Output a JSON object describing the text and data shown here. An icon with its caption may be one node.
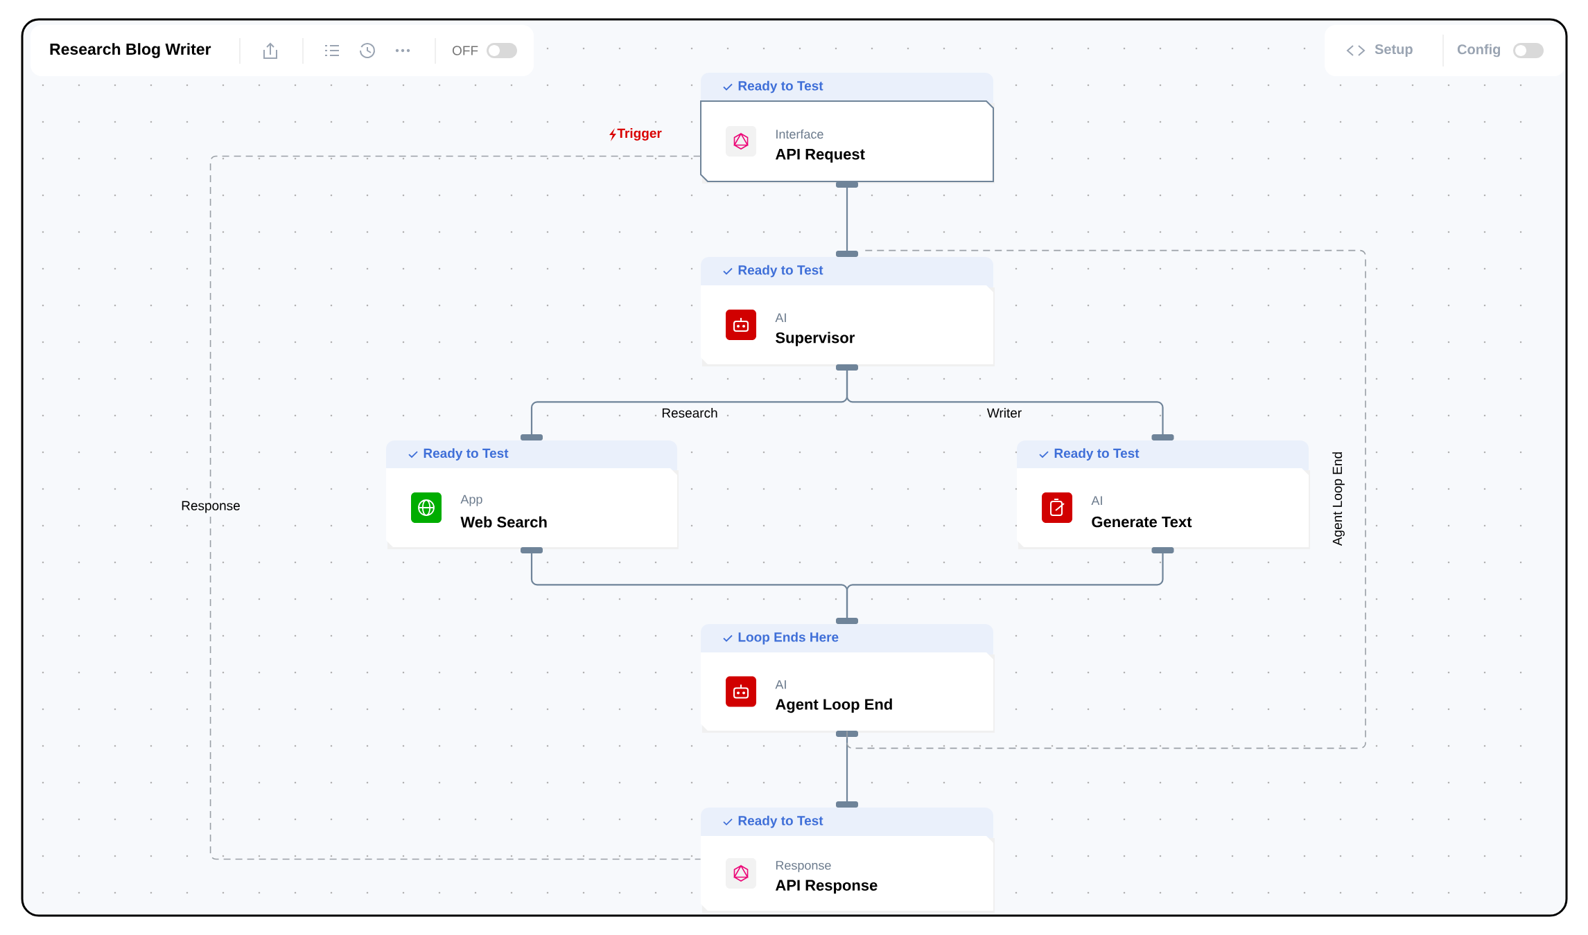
{
  "diagram": {
    "title": "Research Blog Writer",
    "nodes": [
      {
        "text": [
          "Ready to Test",
          "Interface",
          "API Request"
        ],
        "beside": [
          "Trigger"
        ]
      },
      {
        "text": [
          "Ready to Test",
          "AI",
          "Supervisor"
        ]
      },
      {
        "text": [
          "Ready to Test",
          "App",
          "Web Search"
        ]
      },
      {
        "text": [
          "Ready to Test",
          "AI",
          "Generate Text"
        ]
      },
      {
        "text": [
          "Loop Ends Here",
          "AI",
          "Agent Loop End"
        ]
      },
      {
        "text": [
          "Ready to Test",
          "Response",
          "API Response"
        ]
      }
    ],
    "edges": [
      {
        "from": 0,
        "to": 1,
        "arrow": "none"
      },
      {
        "from": 1,
        "to": 2,
        "arrow": "none",
        "label": "Research"
      },
      {
        "from": 1,
        "to": 3,
        "arrow": "none",
        "label": "Writer"
      },
      {
        "from": 2,
        "to": 4,
        "arrow": "none"
      },
      {
        "from": 3,
        "to": 4,
        "arrow": "none"
      },
      {
        "from": 4,
        "to": 5,
        "arrow": "none"
      },
      {
        "from": 0,
        "to": 5,
        "arrow": "none",
        "style": "dashed",
        "label": "Response"
      },
      {
        "from": 4,
        "to": 1,
        "arrow": "none",
        "style": "dashed",
        "label": "Agent Loop End"
      }
    ],
    "labels": [
      "OFF",
      "Setup",
      "Config"
    ]
  }
}
